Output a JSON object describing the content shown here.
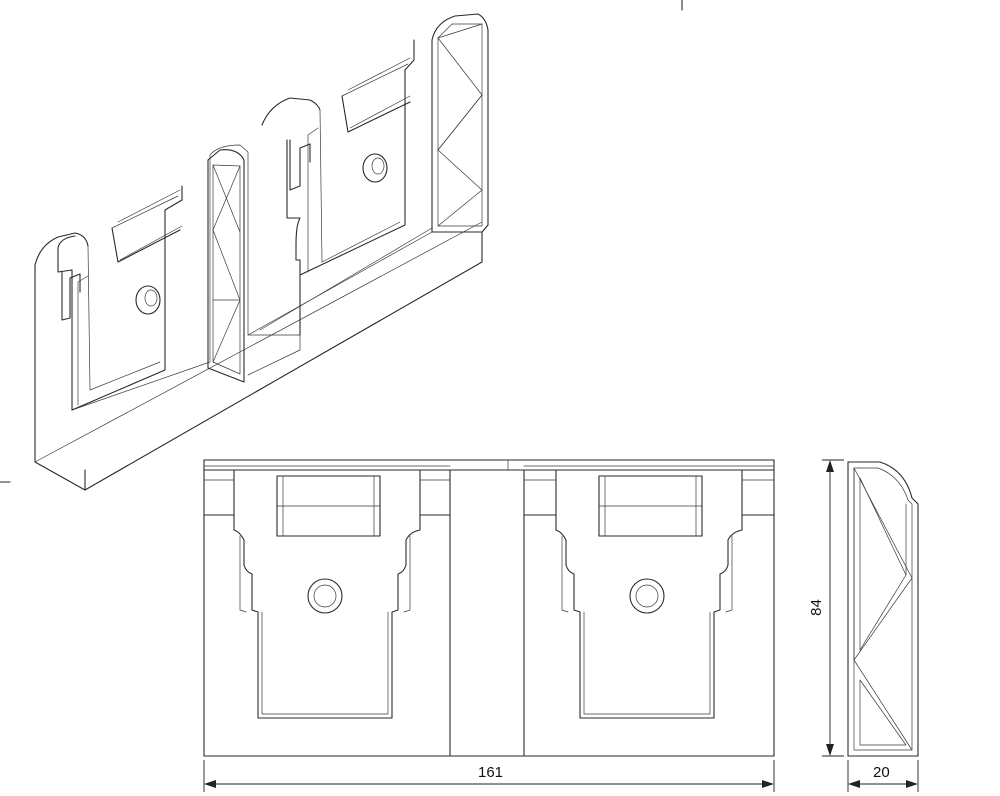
{
  "dimensions": {
    "width_label": "161",
    "height_label": "84",
    "depth_label": "20"
  }
}
